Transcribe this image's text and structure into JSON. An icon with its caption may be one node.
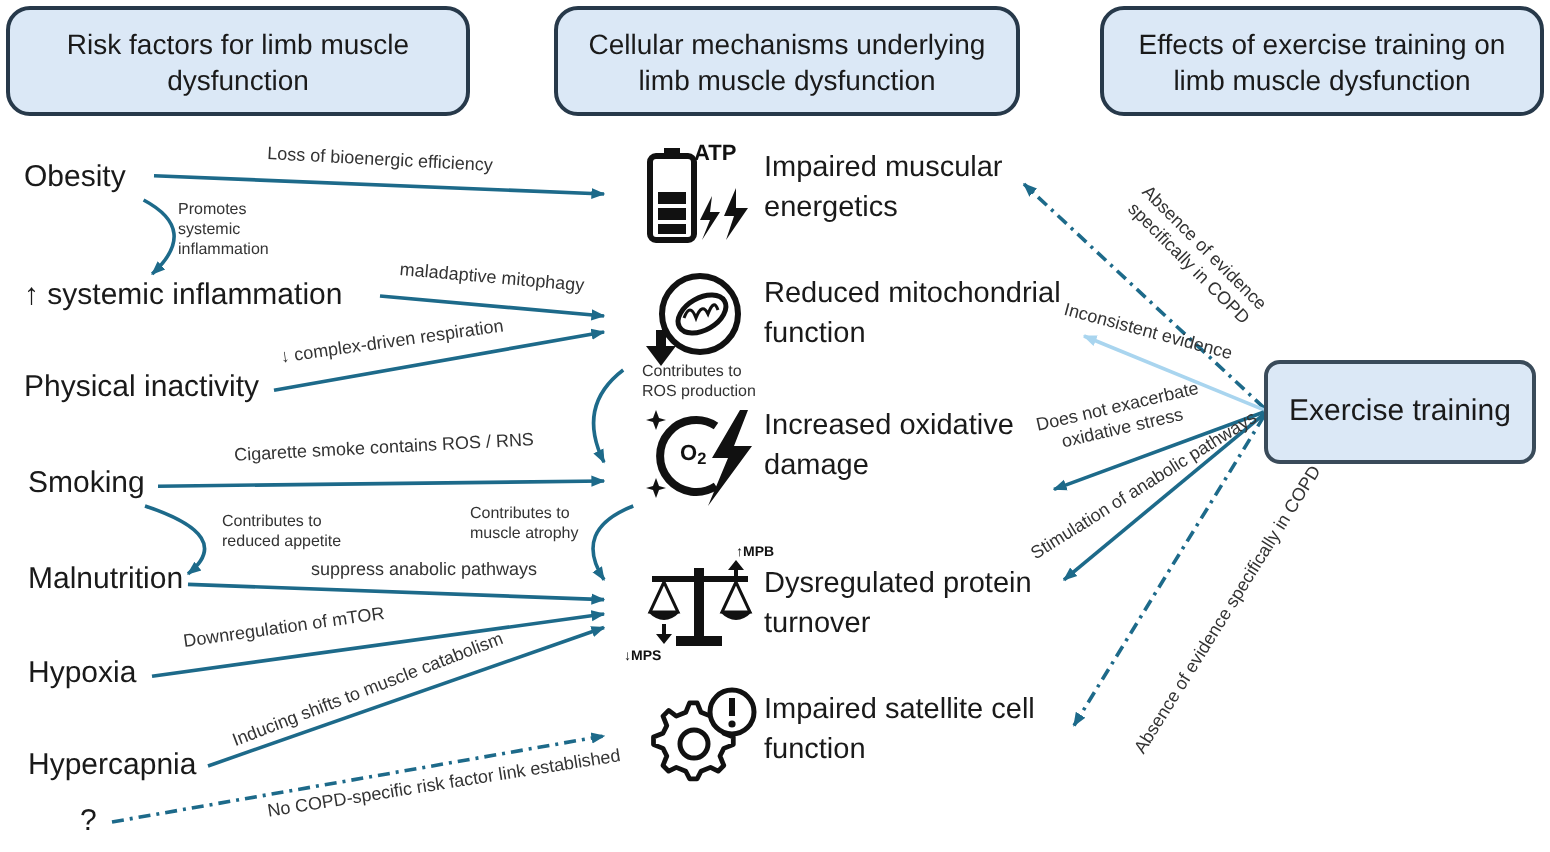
{
  "diagram": {
    "nodes": [
      {
        "text": [
          "Risk factors for limb muscle dysfunction"
        ]
      },
      {
        "text": [
          "Cellular mechanisms underlying limb muscle dysfunction"
        ]
      },
      {
        "text": [
          "Effects of exercise training on limb muscle dysfunction"
        ]
      },
      {
        "text": [
          "Obesity"
        ]
      },
      {
        "text": [
          "↑ systemic inflammation"
        ]
      },
      {
        "text": [
          "Physical inactivity"
        ]
      },
      {
        "text": [
          "Smoking"
        ]
      },
      {
        "text": [
          "Malnutrition"
        ]
      },
      {
        "text": [
          "Hypoxia"
        ]
      },
      {
        "text": [
          "Hypercapnia"
        ]
      },
      {
        "text": [
          "?"
        ]
      },
      {
        "text": [
          "Impaired muscular energetics"
        ]
      },
      {
        "text": [
          "Reduced mitochondrial function"
        ]
      },
      {
        "text": [
          "Increased oxidative damage"
        ]
      },
      {
        "text": [
          "Dysregulated protein turnover"
        ]
      },
      {
        "text": [
          "Impaired satellite cell function"
        ]
      },
      {
        "text": [
          "Exercise training"
        ]
      }
    ],
    "edges": [
      {
        "from": 3,
        "to": 11,
        "arrow": "to",
        "label": "Loss of bioenergic efficiency"
      },
      {
        "from": 3,
        "to": 4,
        "arrow": "to",
        "label": "Promotes systemic inflammation"
      },
      {
        "from": 4,
        "to": 12,
        "arrow": "to",
        "label": "maladaptive mitophagy"
      },
      {
        "from": 5,
        "to": 12,
        "arrow": "to",
        "label": "↓ complex-driven respiration"
      },
      {
        "from": 12,
        "to": 13,
        "arrow": "to",
        "label": "Contributes to ROS production"
      },
      {
        "from": 6,
        "to": 13,
        "arrow": "to",
        "label": "Cigarette smoke contains ROS / RNS"
      },
      {
        "from": 6,
        "to": 7,
        "arrow": "to",
        "label": "Contributes to reduced appetite"
      },
      {
        "from": 13,
        "to": 14,
        "arrow": "to",
        "label": "Contributes to muscle atrophy"
      },
      {
        "from": 7,
        "to": 14,
        "arrow": "to",
        "label": "suppress anabolic pathways"
      },
      {
        "from": 8,
        "to": 14,
        "arrow": "to",
        "label": "Downregulation of mTOR"
      },
      {
        "from": 9,
        "to": 14,
        "arrow": "to",
        "label": "Inducing shifts to muscle catabolism"
      },
      {
        "from": 10,
        "to": 15,
        "arrow": "to",
        "label": "No COPD-specific risk factor link established",
        "style": "dashed"
      },
      {
        "from": 16,
        "to": 11,
        "arrow": "to",
        "label": "Absence of evidence specifically in COPD",
        "style": "dashed"
      },
      {
        "from": 16,
        "to": 12,
        "arrow": "to",
        "label": "Inconsistent evidence",
        "color": "#a9d5ef"
      },
      {
        "from": 16,
        "to": 13,
        "arrow": "to",
        "label": "Does not exacerbate oxidative stress"
      },
      {
        "from": 16,
        "to": 14,
        "arrow": "to",
        "label": "Stimulation of anabolic pathways"
      },
      {
        "from": 16,
        "to": 15,
        "arrow": "to",
        "label": "Absence of evidence specifically in COPD",
        "style": "dashed"
      }
    ],
    "labels": [
      "ATP",
      "O$_{2}$",
      "↑MPB",
      "↓MPS"
    ]
  }
}
